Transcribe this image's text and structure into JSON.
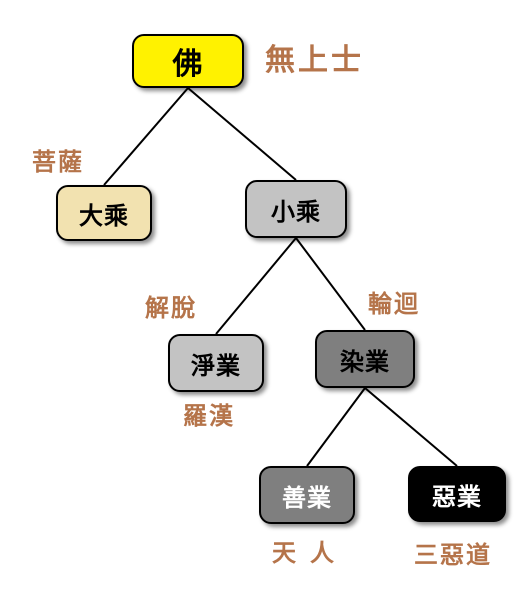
{
  "colors": {
    "annotation": "#b5744a",
    "edge": "#000000",
    "node_border": "#000000"
  },
  "nodes": {
    "fo": {
      "label": "佛",
      "fill": "#fff200",
      "text_color": "#000000"
    },
    "dacheng": {
      "label": "大乘",
      "fill": "#f2e2b0",
      "text_color": "#000000"
    },
    "xiaocheng": {
      "label": "小乘",
      "fill": "#c3c3c3",
      "text_color": "#000000"
    },
    "jingye": {
      "label": "淨業",
      "fill": "#c3c3c3",
      "text_color": "#000000"
    },
    "ranye": {
      "label": "染業",
      "fill": "#7f7f7f",
      "text_color": "#000000"
    },
    "shanye": {
      "label": "善業",
      "fill": "#7f7f7f",
      "text_color": "#ffffff"
    },
    "eye": {
      "label": "惡業",
      "fill": "#000000",
      "text_color": "#ffffff"
    }
  },
  "annotations": {
    "wushangshi": "無上士",
    "pusa": "菩薩",
    "jietuo": "解脫",
    "lunhui": "輪迴",
    "luohan": "羅漢",
    "tianren": "天人",
    "sanedao": "三惡道"
  },
  "edges": [
    [
      "fo",
      "dacheng"
    ],
    [
      "fo",
      "xiaocheng"
    ],
    [
      "xiaocheng",
      "jingye"
    ],
    [
      "xiaocheng",
      "ranye"
    ],
    [
      "ranye",
      "shanye"
    ],
    [
      "ranye",
      "eye"
    ]
  ]
}
